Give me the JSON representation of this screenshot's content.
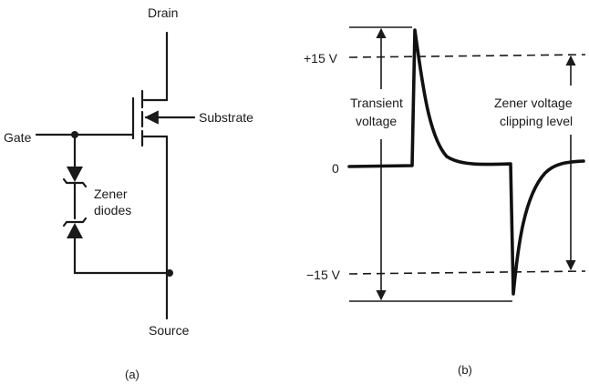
{
  "circuit": {
    "drain_label": "Drain",
    "gate_label": "Gate",
    "substrate_label": "Substrate",
    "source_label": "Source",
    "zener_label_line1": "Zener",
    "zener_label_line2": "diodes",
    "caption": "(a)"
  },
  "waveform": {
    "plus_level_label": "+15 V",
    "zero_label": "0",
    "minus_level_label": "−15 V",
    "transient_line1": "Transient",
    "transient_line2": "voltage",
    "clip_line1": "Zener voltage",
    "clip_line2": "clipping level",
    "caption": "(b)"
  }
}
